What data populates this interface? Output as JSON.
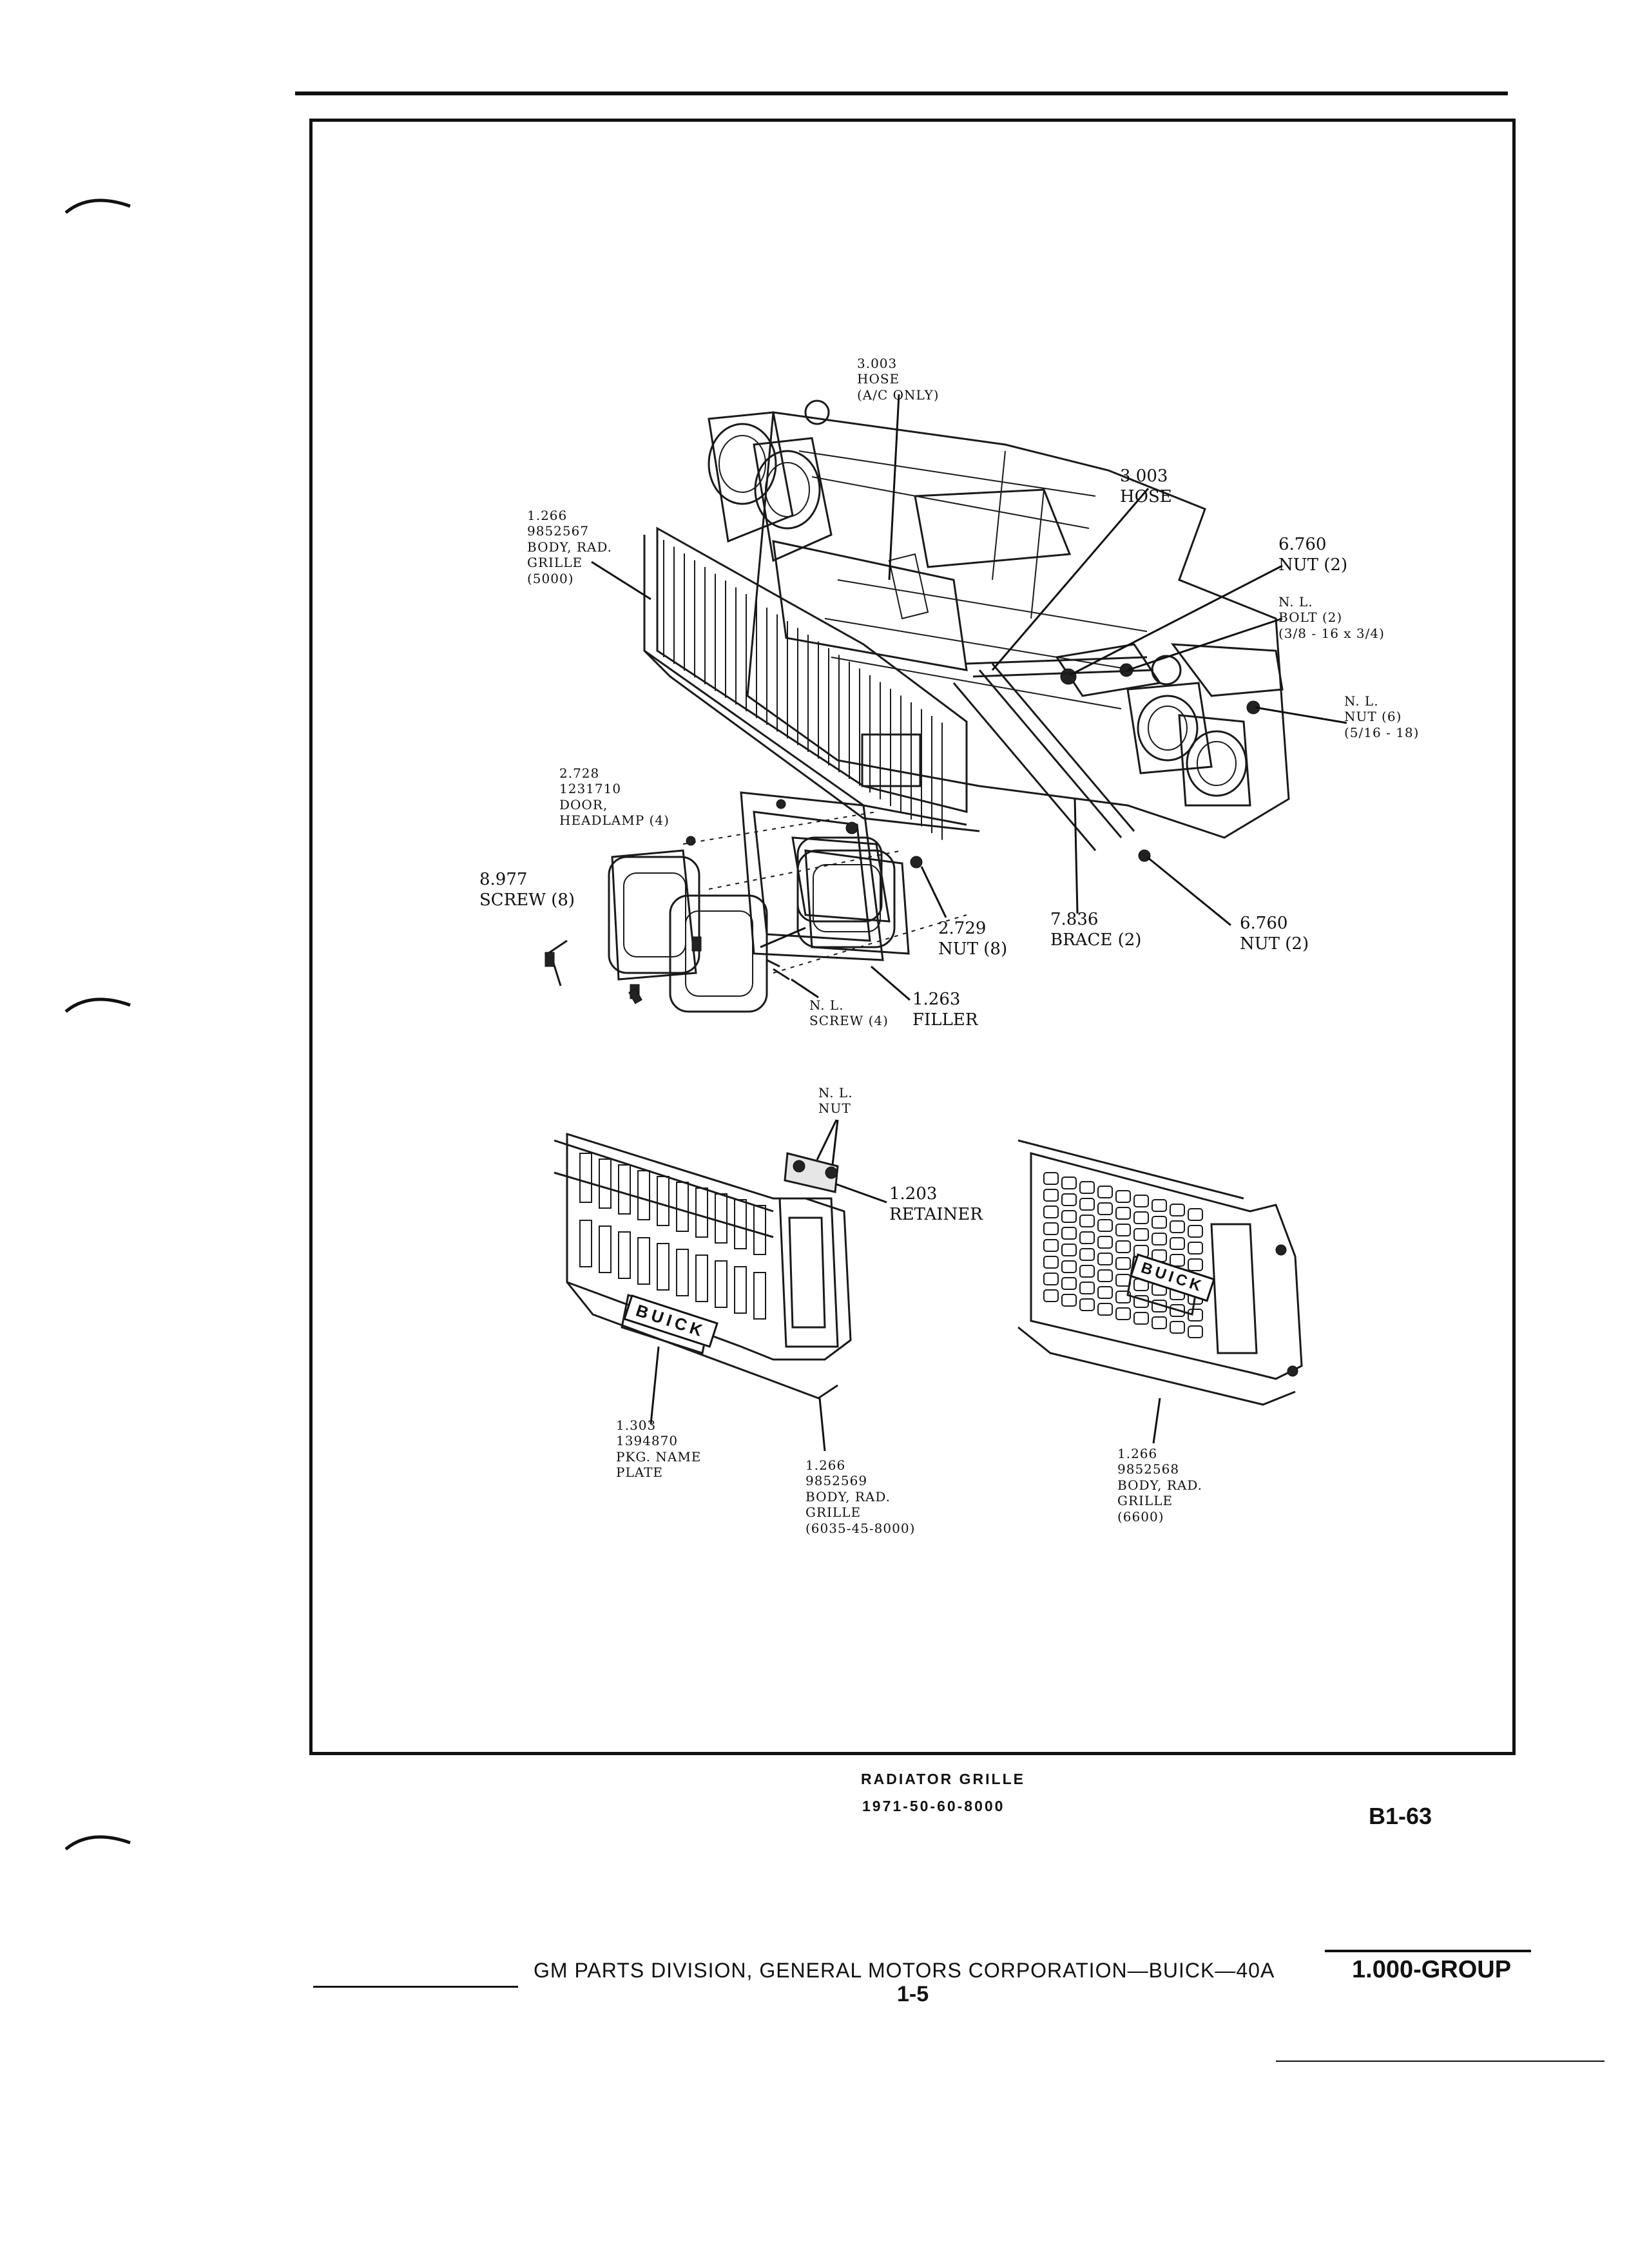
{
  "callouts": [
    {
      "id": "hose-ac",
      "lines": [
        "3.003",
        "HOSE",
        "(A/C ONLY)"
      ]
    },
    {
      "id": "hose",
      "lines": [
        "3.003",
        "HOSE"
      ]
    },
    {
      "id": "body-grille-5000",
      "lines": [
        "1.266",
        "9852567",
        "BODY, RAD.",
        "GRILLE",
        "(5000)"
      ]
    },
    {
      "id": "nut-6760-top",
      "lines": [
        "6.760",
        "NUT (2)"
      ]
    },
    {
      "id": "bolt",
      "lines": [
        "N. L.",
        "BOLT (2)",
        "(3/8 - 16 x 3/4)"
      ]
    },
    {
      "id": "nut-nl-6",
      "lines": [
        "N. L.",
        "NUT (6)",
        "(5/16 - 18)"
      ]
    },
    {
      "id": "headlamp-door",
      "lines": [
        "2.728",
        "1231710",
        "DOOR,",
        "HEADLAMP (4)"
      ]
    },
    {
      "id": "screw-8",
      "lines": [
        "8.977",
        "SCREW (8)"
      ]
    },
    {
      "id": "nut-2729",
      "lines": [
        "2.729",
        "NUT (8)"
      ]
    },
    {
      "id": "brace",
      "lines": [
        "7.836",
        "BRACE (2)"
      ]
    },
    {
      "id": "nut-6760-bottom",
      "lines": [
        "6.760",
        "NUT (2)"
      ]
    },
    {
      "id": "filler",
      "lines": [
        "1.263",
        "FILLER"
      ]
    },
    {
      "id": "screw-nl-4",
      "lines": [
        "N. L.",
        "SCREW (4)"
      ]
    },
    {
      "id": "nut-nl-retainer",
      "lines": [
        "N. L.",
        "NUT"
      ]
    },
    {
      "id": "retainer",
      "lines": [
        "1.203",
        "RETAINER"
      ]
    },
    {
      "id": "name-plate",
      "lines": [
        "1.303",
        "1394870",
        "PKG. NAME",
        "PLATE"
      ]
    },
    {
      "id": "body-grille-6035",
      "lines": [
        "1.266",
        "9852569",
        "BODY, RAD.",
        "GRILLE",
        "(6035-45-8000)"
      ]
    },
    {
      "id": "body-grille-6600",
      "lines": [
        "1.266",
        "9852568",
        "BODY, RAD.",
        "GRILLE",
        "(6600)"
      ]
    }
  ],
  "caption": {
    "title": "RADIATOR GRILLE",
    "code": "1971-50-60-8000"
  },
  "page_ref": "B1-63",
  "footer": {
    "text": "GM PARTS DIVISION, GENERAL MOTORS CORPORATION—BUICK—40A",
    "page_number": "1-5",
    "group": "1.000-GROUP"
  },
  "nameplate_text": "BUICK"
}
